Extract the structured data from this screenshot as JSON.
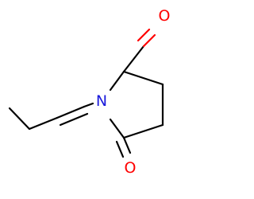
{
  "molecule": {
    "atoms": {
      "aldehyde_oxygen": {
        "label": "O",
        "color": "#ff0000"
      },
      "ring_nitrogen": {
        "label": "N",
        "color": "#1a1adb"
      },
      "ketone_oxygen": {
        "label": "O",
        "color": "#ff0000"
      }
    }
  }
}
